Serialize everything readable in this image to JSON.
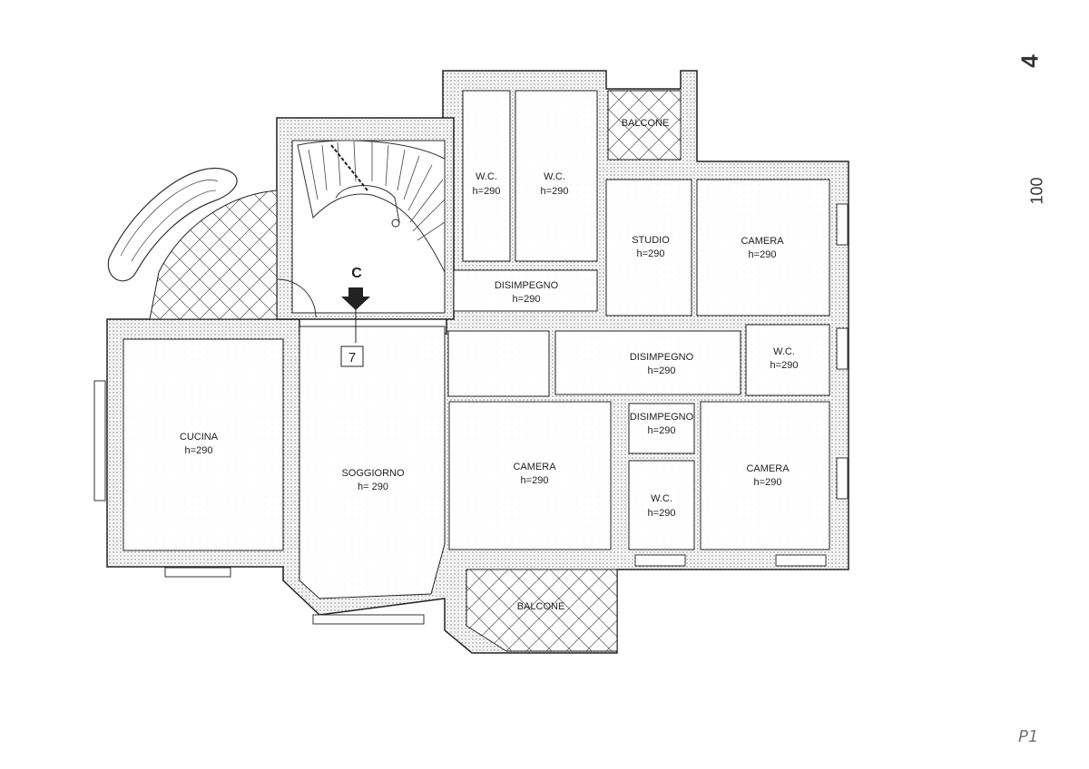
{
  "sheet_number": "4",
  "scale": "100",
  "page_note": "P1",
  "section_marker": "C",
  "room_number": "7",
  "rooms": {
    "wc_top_left": {
      "name": "W.C.",
      "height": "h=290"
    },
    "wc_top_right": {
      "name": "W.C.",
      "height": "h=290"
    },
    "balcone_top": {
      "name": "BALCONE"
    },
    "studio": {
      "name": "STUDIO",
      "height": "h=290"
    },
    "camera_top": {
      "name": "CAMERA",
      "height": "h=290"
    },
    "disimpegno_top": {
      "name": "DISIMPEGNO",
      "height": "h=290"
    },
    "disimpegno_center": {
      "name": "DISIMPEGNO",
      "height": "h=290"
    },
    "wc_right": {
      "name": "W.C.",
      "height": "h=290"
    },
    "disimpegno_small": {
      "name": "DISIMPEGNO",
      "height": "h=290"
    },
    "wc_bottom": {
      "name": "W.C.",
      "height": "h=290"
    },
    "cucina": {
      "name": "CUCINA",
      "height": "h=290"
    },
    "soggiorno": {
      "name": "SOGGIORNO",
      "height": "h= 290"
    },
    "camera_center": {
      "name": "CAMERA",
      "height": "h=290"
    },
    "camera_right": {
      "name": "CAMERA",
      "height": "h=290"
    },
    "balcone_bottom": {
      "name": "BALCONE"
    }
  }
}
